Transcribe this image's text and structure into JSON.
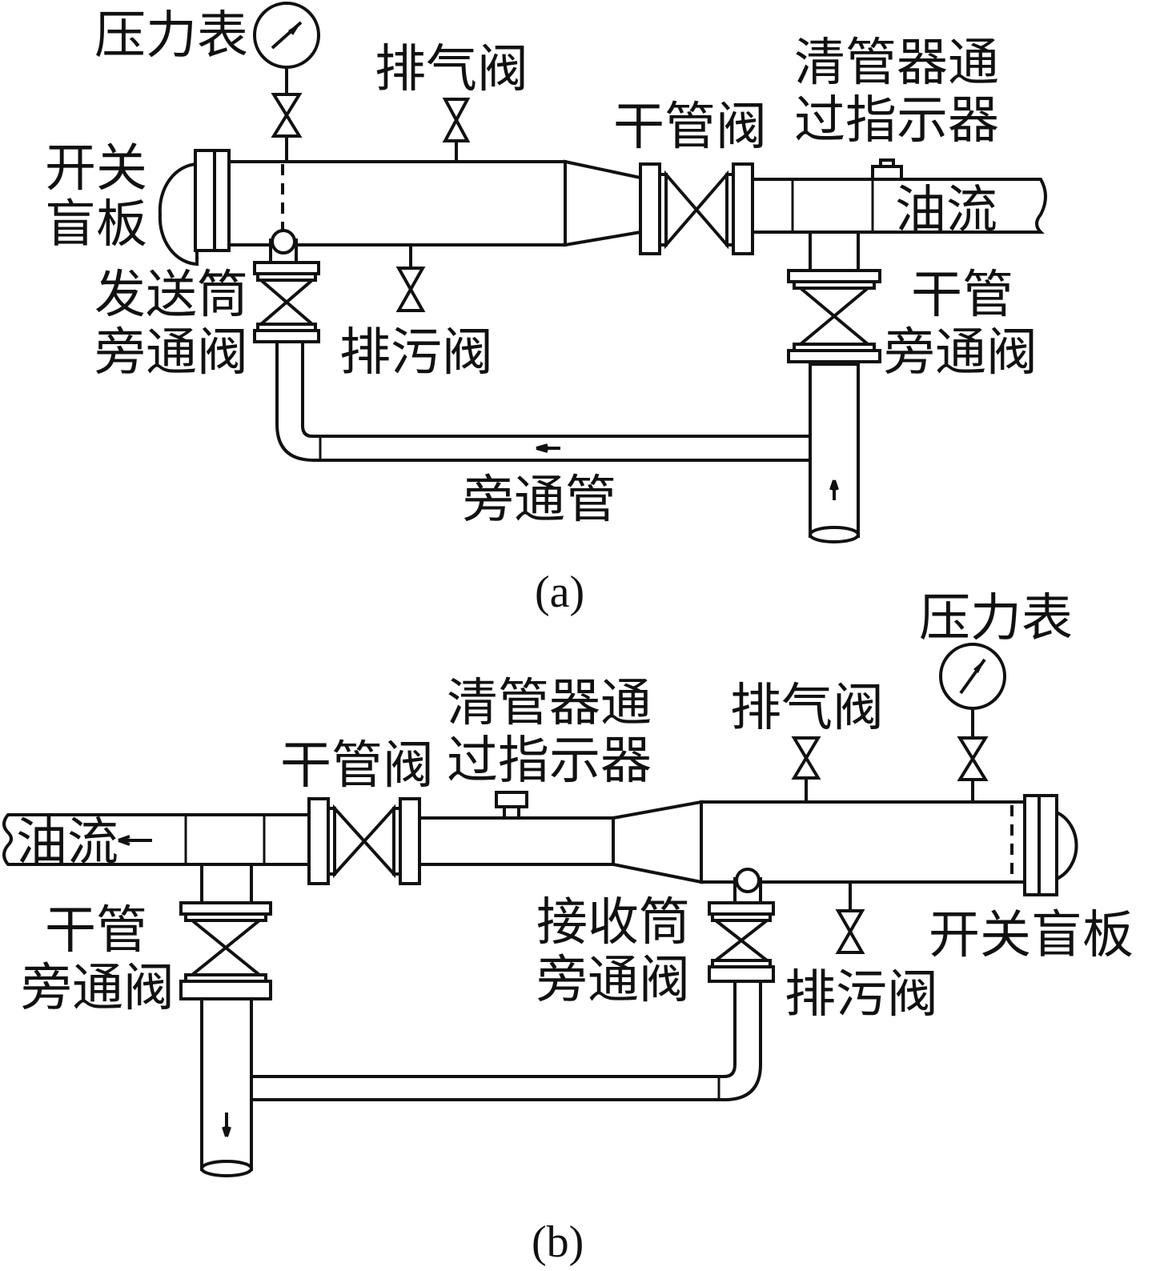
{
  "diagrams": [
    {
      "caption": "(a)",
      "labels": {
        "pressure_gauge": "压力表",
        "vent_valve": "排气阀",
        "mainline_valve": "干管阀",
        "pig_indicator_line1": "清管器通",
        "pig_indicator_line2": "过指示器",
        "closure_line1": "开关",
        "closure_line2": "盲板",
        "oil_flow": "油流",
        "launcher_bypass_line1": "发送筒",
        "launcher_bypass_line2": "旁通阀",
        "drain_valve": "排污阀",
        "mainline_bypass_line1": "干管",
        "mainline_bypass_line2": "旁通阀",
        "bypass_pipe": "旁通管"
      }
    },
    {
      "caption": "(b)",
      "labels": {
        "pressure_gauge": "压力表",
        "pig_indicator_line1": "清管器通",
        "pig_indicator_line2": "过指示器",
        "vent_valve": "排气阀",
        "mainline_valve": "干管阀",
        "oil_flow": "油流",
        "mainline_bypass_line1": "干管",
        "mainline_bypass_line2": "旁通阀",
        "receiver_bypass_line1": "接收筒",
        "receiver_bypass_line2": "旁通阀",
        "closure": "开关盲板",
        "drain_valve": "排污阀"
      }
    }
  ]
}
